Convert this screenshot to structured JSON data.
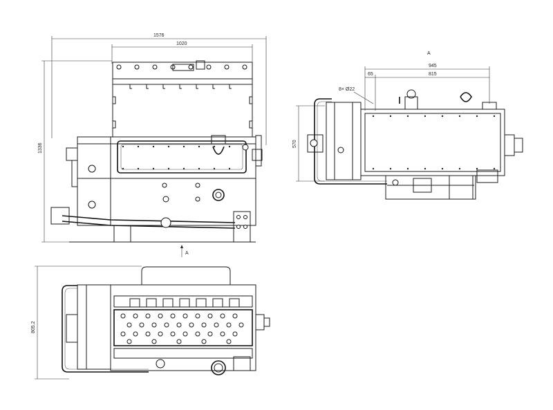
{
  "dimensions": {
    "front_overall_width": "1576",
    "front_top_width": "1020",
    "front_height": "1336",
    "top_width_945": "945",
    "top_width_815": "815",
    "top_offset_65": "65",
    "top_height_570": "570",
    "hole_callout": "8× Ø22",
    "bottom_height": "805.2"
  },
  "view_labels": {
    "section_arrow_front": "A",
    "view_label_right": "A"
  },
  "colors": {
    "line": "#1a1a1a",
    "background": "#ffffff"
  }
}
